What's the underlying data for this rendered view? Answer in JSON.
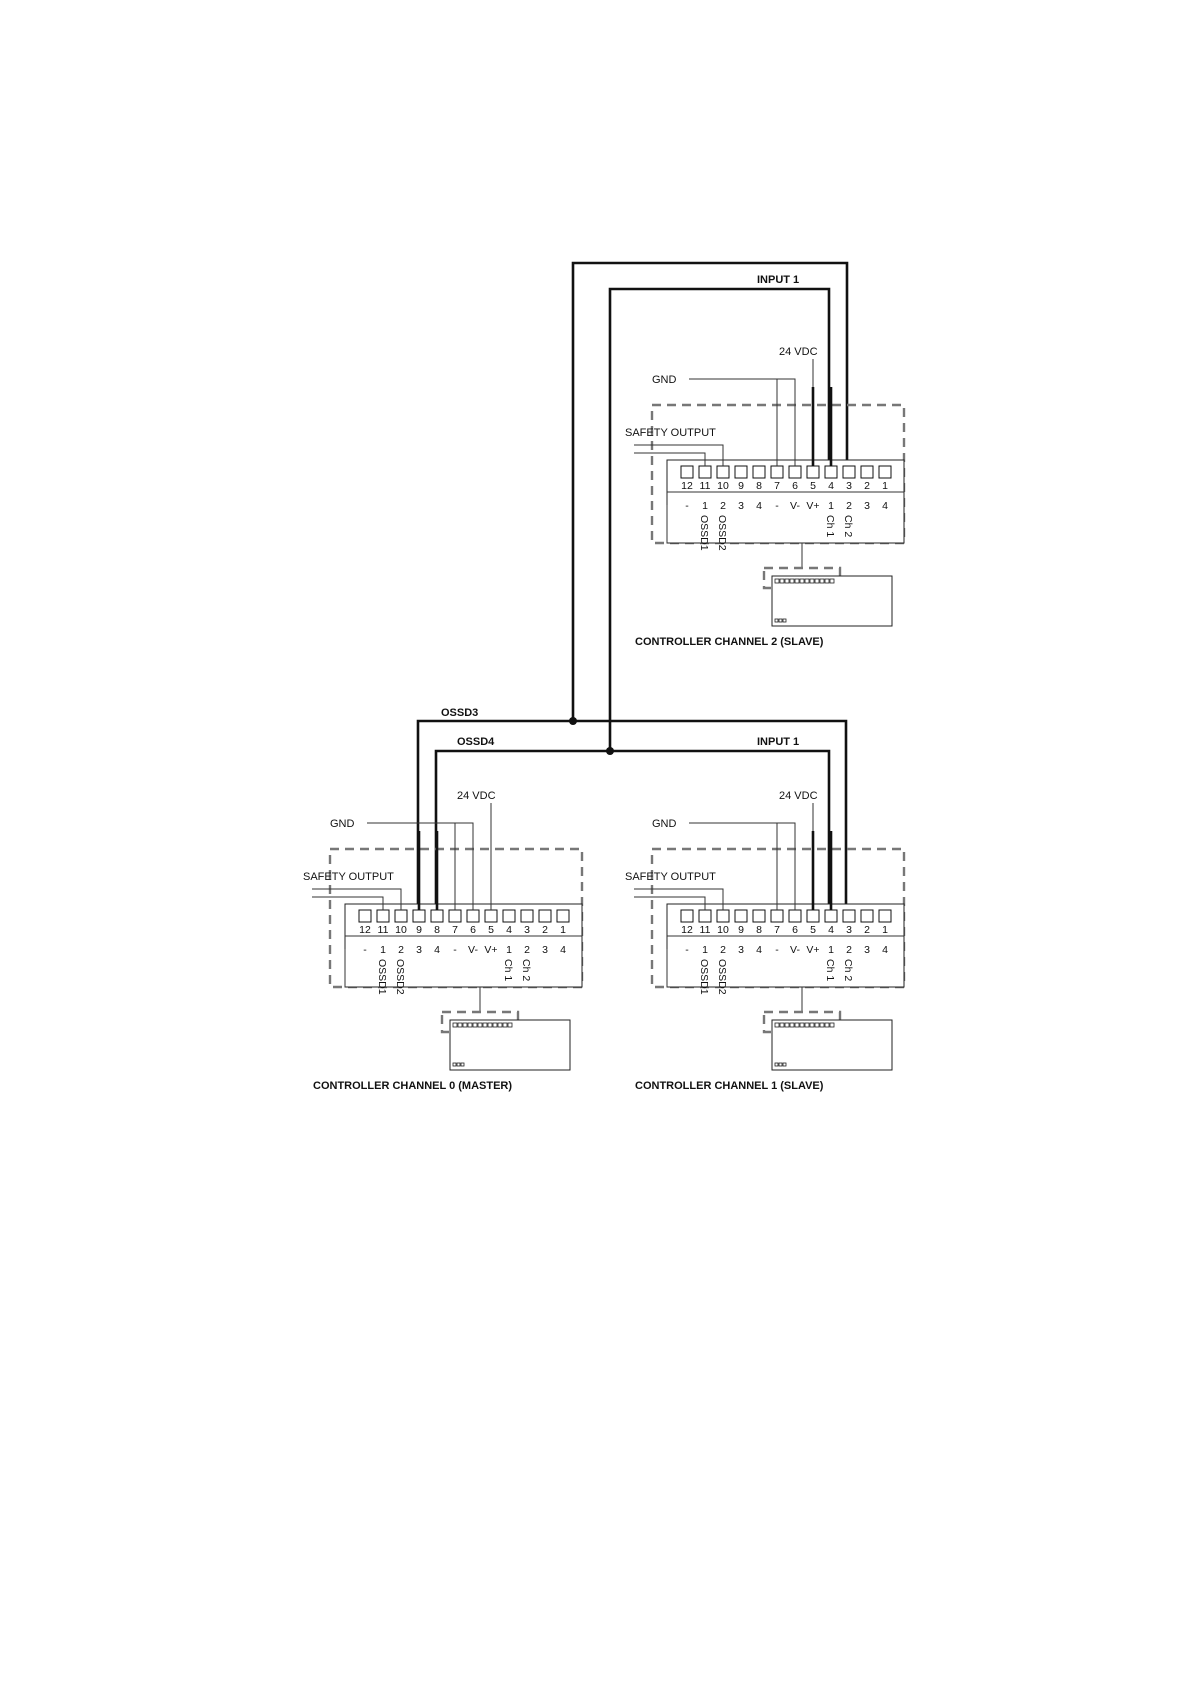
{
  "wires": {
    "input1": "INPUT 1",
    "ossd3": "OSSD3",
    "ossd4": "OSSD4"
  },
  "pin_labels": {
    "terminal_numbers": [
      "12",
      "11",
      "10",
      "9",
      "8",
      "7",
      "6",
      "5",
      "4",
      "3",
      "2",
      "1"
    ],
    "functions": [
      "-",
      "1",
      "2",
      "3",
      "4",
      "-",
      "V-",
      "V+",
      "1",
      "2",
      "3",
      "4"
    ],
    "vertical": {
      "ossd1": "OSSD1",
      "ossd2": "OSSD2",
      "ch1": "Ch 1",
      "ch2": "Ch 2"
    }
  },
  "controllers": [
    {
      "id": "ch2",
      "title": "CONTROLLER CHANNEL 2 (SLAVE)",
      "input_label": "INPUT 1",
      "vdc_label": "24 VDC",
      "gnd_label": "GND",
      "safety_label": "SAFETY OUTPUT"
    },
    {
      "id": "ch0",
      "title": "CONTROLLER CHANNEL 0 (MASTER)",
      "vdc_label": "24 VDC",
      "gnd_label": "GND",
      "safety_label": "SAFETY OUTPUT"
    },
    {
      "id": "ch1",
      "title": "CONTROLLER CHANNEL 1 (SLAVE)",
      "input_label": "INPUT 1",
      "vdc_label": "24 VDC",
      "gnd_label": "GND",
      "safety_label": "SAFETY OUTPUT"
    }
  ]
}
